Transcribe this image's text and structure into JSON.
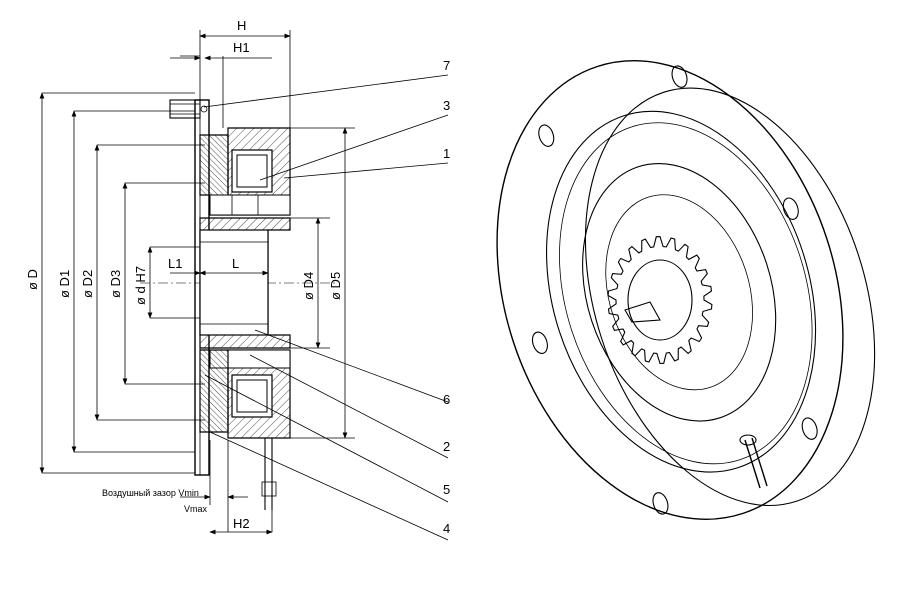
{
  "dimensions": {
    "H": "H",
    "H1": "H1",
    "H2": "H2",
    "L": "L",
    "L1": "L1",
    "D": "ø D",
    "D1": "ø D1",
    "D2": "ø D2",
    "D3": "ø D3",
    "d": "ø d H7",
    "D4": "ø D4",
    "D5": "ø D5"
  },
  "air_gap": {
    "label": "Воздушный зазор Vmin",
    "vmax": "Vmax"
  },
  "callouts": [
    "7",
    "3",
    "1",
    "6",
    "2",
    "5",
    "4"
  ]
}
